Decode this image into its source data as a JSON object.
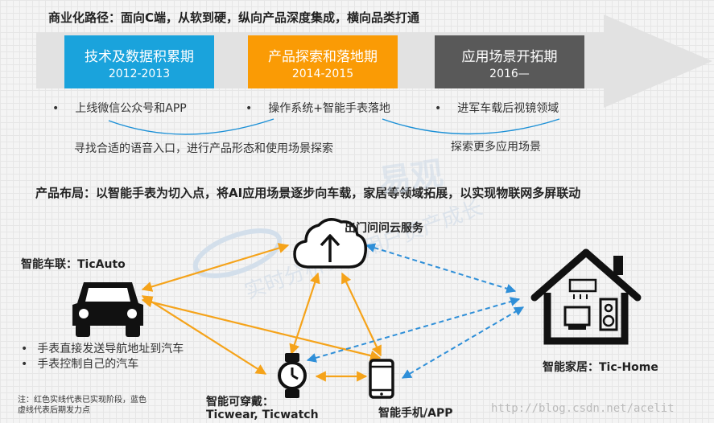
{
  "top_heading": "商业化路径：面向C端，从软到硬，纵向产品深度集成，横向品类打通",
  "phases": [
    {
      "title": "技术及数据积累期",
      "years": "2012-2013",
      "color": "#1aa3dc"
    },
    {
      "title": "产品探索和落地期",
      "years": "2014-2015",
      "color": "#fa9b05"
    },
    {
      "title": "应用场景开拓期",
      "years": "2016—",
      "color": "#595959"
    }
  ],
  "bullets": [
    "上线微信公众号和APP",
    "操作系统+智能手表落地",
    "进军车载后视镜领域"
  ],
  "bullet_glyph": "•",
  "notes": [
    "寻找合适的语音入口，进行产品形态和使用场景探索",
    "探索更多应用场景"
  ],
  "layout_heading": "产品布局：以智能手表为切入点，将AI应用场景逐步向车载，家居等领域拓展，以实现物联网多屏联动",
  "nodes": {
    "cloud": {
      "label": "出门问问云服务"
    },
    "car": {
      "label": "智能车联：TicAuto",
      "features": [
        "手表直接发送导航地址到汽车",
        "手表控制自己的汽车"
      ]
    },
    "home": {
      "label": "智能家居：Tic-Home"
    },
    "watch": {
      "label_line1": "智能可穿戴：",
      "label_line2": "Ticwear, Ticwatch"
    },
    "phone": {
      "label": "智能手机/APP"
    }
  },
  "footnote": [
    "注：红色实线代表已实现阶段，蓝色",
    "虚线代表后期发力点"
  ],
  "watermark": {
    "brand": "易观",
    "tagline": "实时分析驱动用户资产成长",
    "url": "http://blog.csdn.net/acelit"
  },
  "colors": {
    "solid_line": "#f5a31a",
    "dashed_line": "#2f8fd8"
  }
}
